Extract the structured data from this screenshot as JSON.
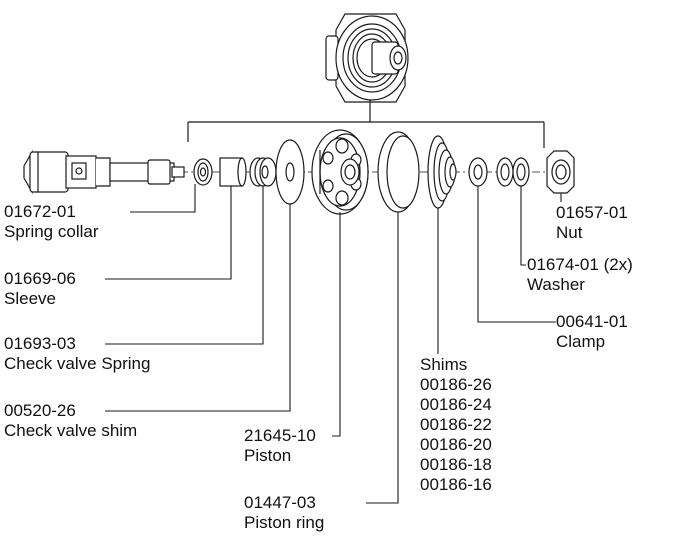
{
  "parts": [
    {
      "id": "spring_collar",
      "number": "01672-01",
      "name": "Spring collar"
    },
    {
      "id": "sleeve",
      "number": "01669-06",
      "name": "Sleeve"
    },
    {
      "id": "check_valve_spring",
      "number": "01693-03",
      "name": "Check valve Spring"
    },
    {
      "id": "check_valve_shim",
      "number": "00520-26",
      "name": "Check valve shim"
    },
    {
      "id": "piston",
      "number": "21645-10",
      "name": "Piston"
    },
    {
      "id": "piston_ring",
      "number": "01447-03",
      "name": "Piston ring"
    },
    {
      "id": "shims",
      "name": "Shims",
      "numbers": [
        "00186-26",
        "00186-24",
        "00186-22",
        "00186-20",
        "00186-18",
        "00186-16"
      ]
    },
    {
      "id": "clamp",
      "number": "00641-01",
      "name": "Clamp"
    },
    {
      "id": "washer",
      "number": "01674-01 (2x)",
      "name": "Washer"
    },
    {
      "id": "nut",
      "number": "01657-01",
      "name": "Nut"
    }
  ],
  "colors": {
    "line": "#1a1a1a",
    "text": "#111111",
    "fill": "#ffffff"
  }
}
